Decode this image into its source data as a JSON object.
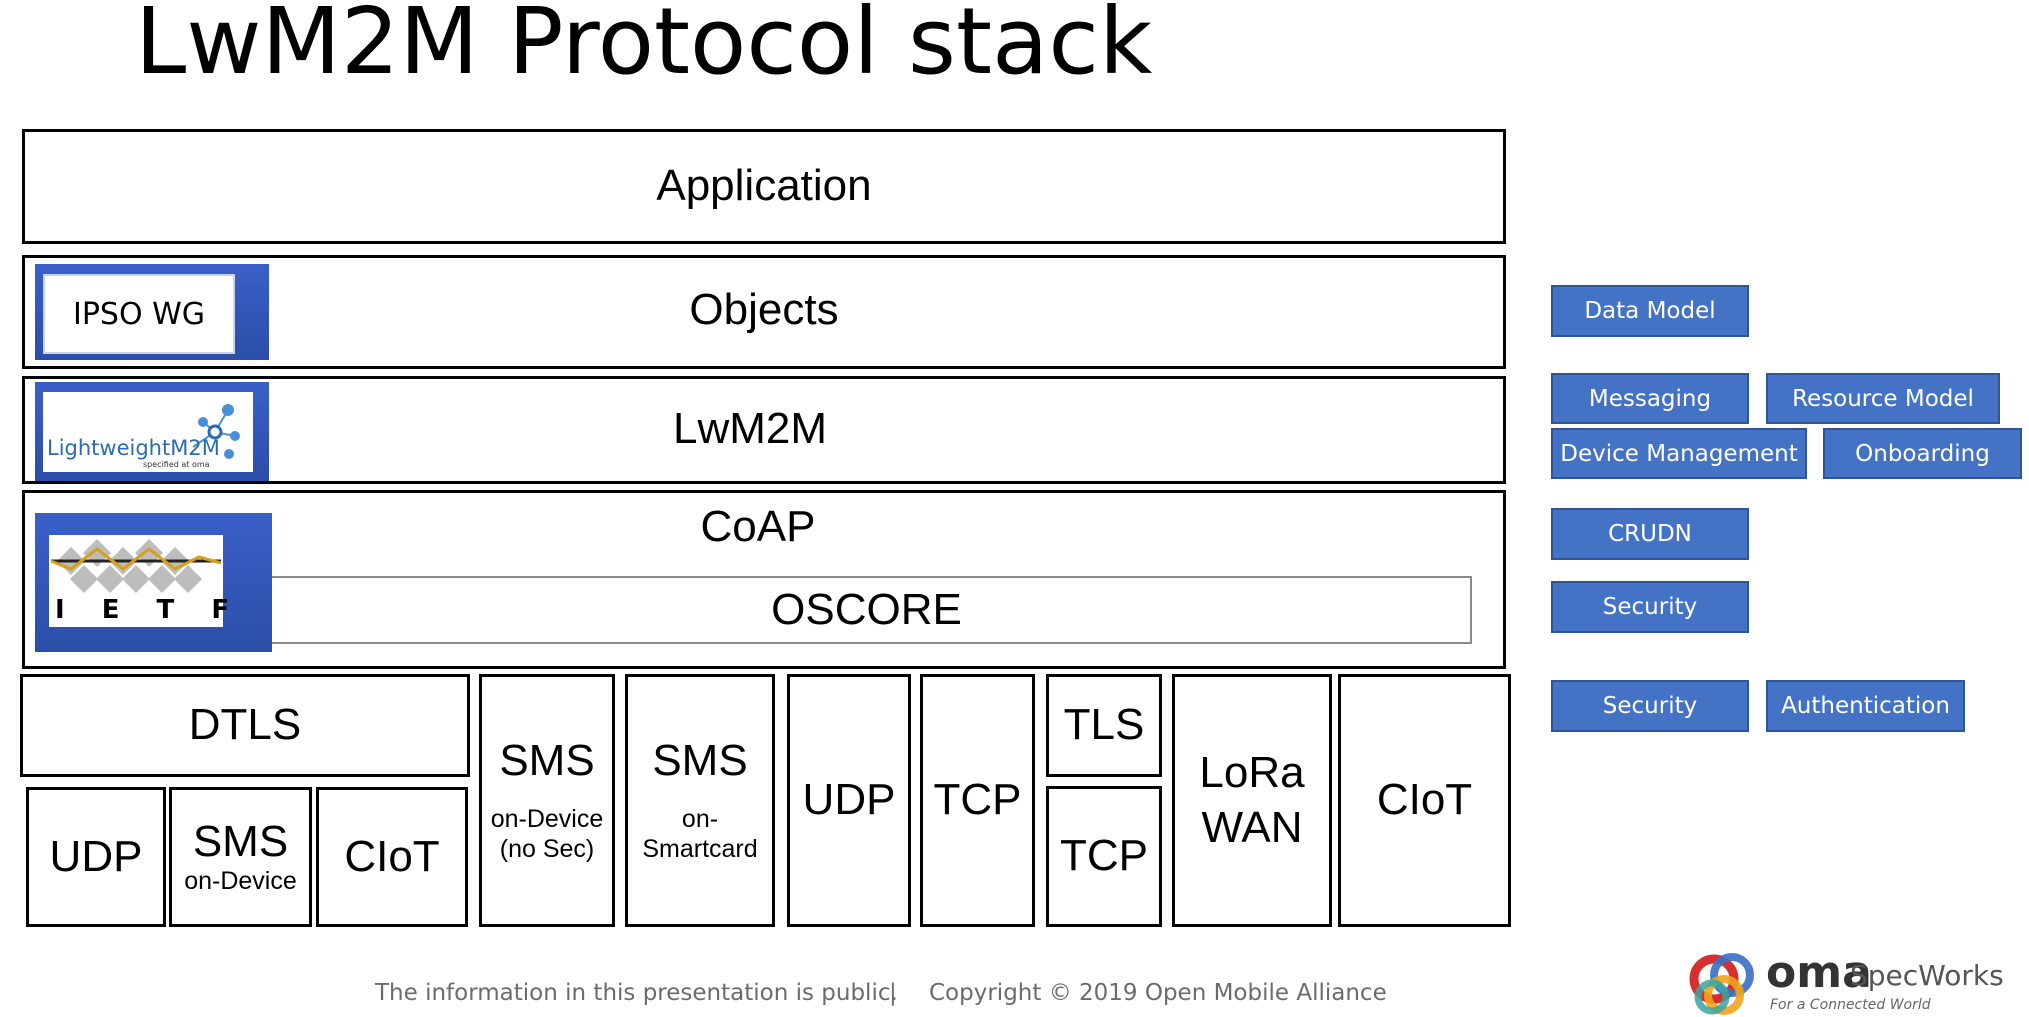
{
  "title": "LwM2M Protocol stack",
  "layers": {
    "application": "Application",
    "objects": "Objects",
    "lwm2m": "LwM2M",
    "coap": "CoAP",
    "oscore": "OSCORE"
  },
  "logos": {
    "ipso": "IPSO WG",
    "lightweight": "LightweightM2M",
    "lightweight_sub": "specified at oma",
    "ietf": "I E T F"
  },
  "transport": {
    "dtls": "DTLS",
    "udp_left": "UDP",
    "sms_device": "SMS",
    "sms_device_sub": "on-Device",
    "ciot_left": "CIoT",
    "sms_nosec": "SMS",
    "sms_nosec_sub1": "on-Device",
    "sms_nosec_sub2": "(no Sec)",
    "sms_smartcard": "SMS",
    "sms_smartcard_sub1": "on-",
    "sms_smartcard_sub2": "Smartcard",
    "udp": "UDP",
    "tcp": "TCP",
    "tls": "TLS",
    "tcp_under_tls": "TCP",
    "lora_1": "LoRa",
    "lora_2": "WAN",
    "ciot_right": "CIoT"
  },
  "tags": {
    "data_model": "Data Model",
    "messaging": "Messaging",
    "resource_model": "Resource Model",
    "device_management": "Device Management",
    "onboarding": "Onboarding",
    "crudn": "CRUDN",
    "security_1": "Security",
    "security_2": "Security",
    "authentication": "Authentication"
  },
  "footer": {
    "public": "The information in this presentation is public.",
    "separator": "|",
    "copyright": "Copyright © 2019  Open Mobile Alliance"
  },
  "brand": {
    "name": "oma",
    "name2": "SpecWorks",
    "tagline": "For a Connected World"
  },
  "colors": {
    "tag_fill": "#4472c4",
    "logo_blue": "#2b4ea8"
  }
}
